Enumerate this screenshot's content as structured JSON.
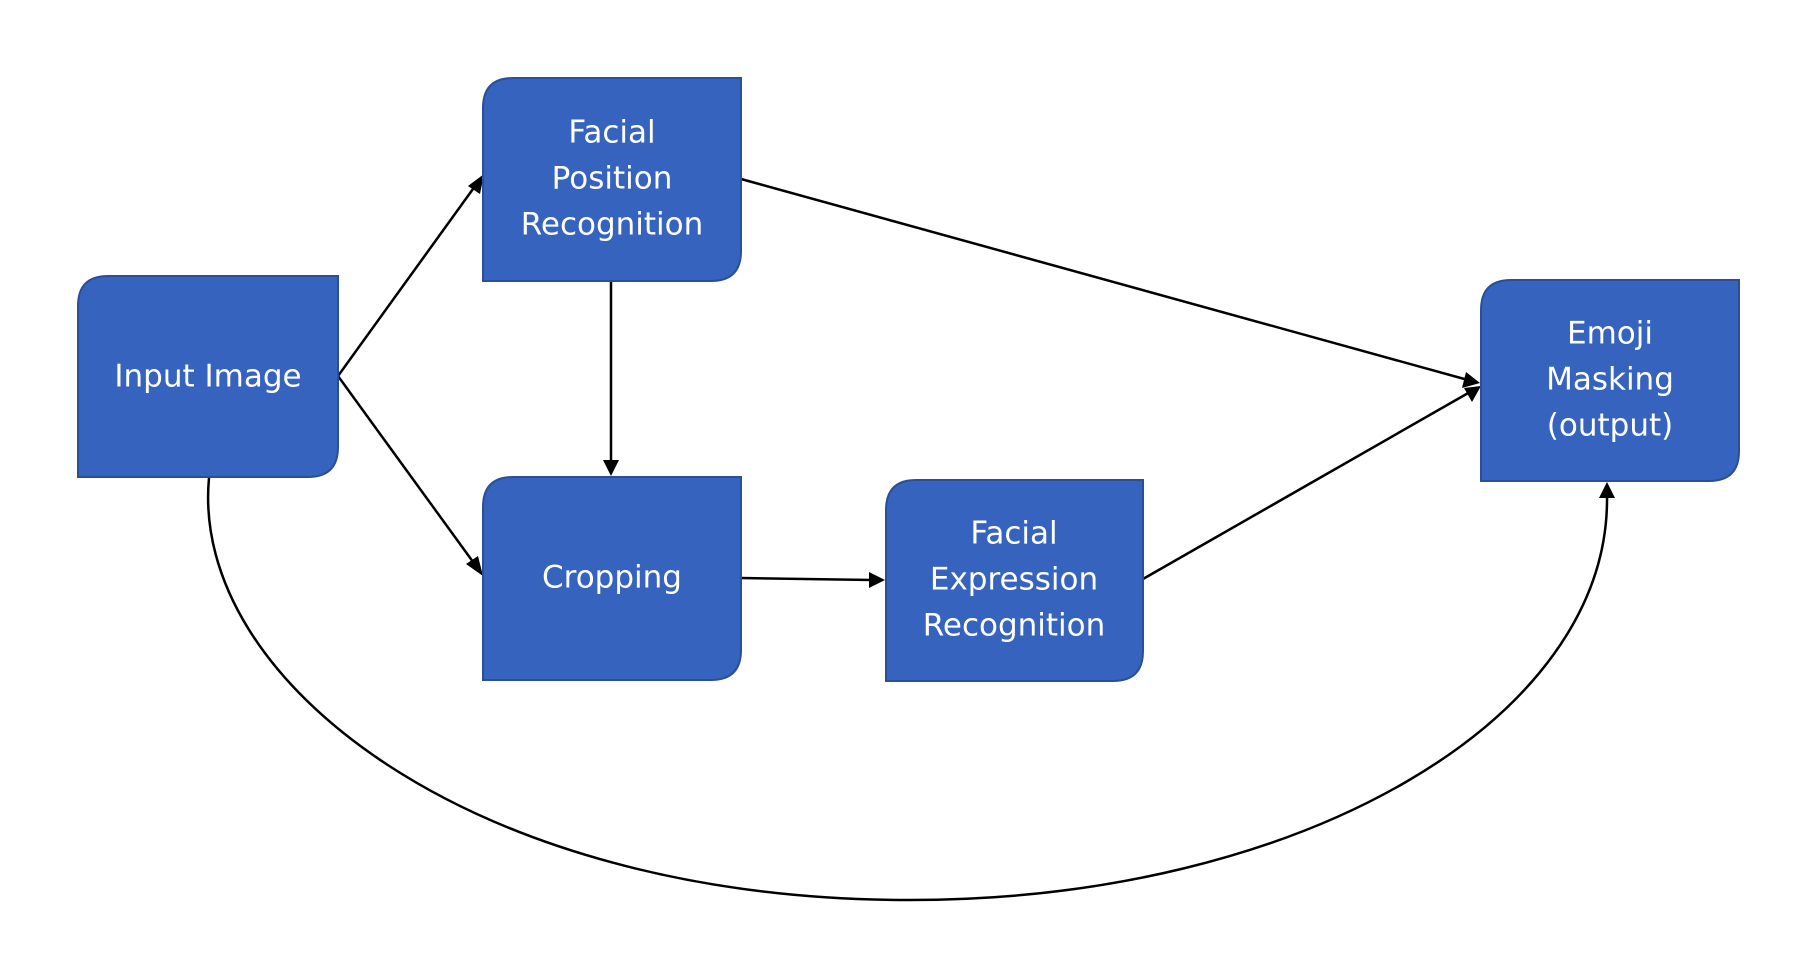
{
  "nodes": {
    "input": {
      "lines": [
        "Input Image"
      ]
    },
    "facial_position": {
      "lines": [
        "Facial",
        "Position",
        "Recognition"
      ]
    },
    "cropping": {
      "lines": [
        "Cropping"
      ]
    },
    "facial_expression": {
      "lines": [
        "Facial",
        "Expression",
        "Recognition"
      ]
    },
    "emoji_masking": {
      "lines": [
        "Emoji",
        "Masking",
        "(output)"
      ]
    }
  },
  "edges": [
    {
      "from": "input",
      "to": "facial_position"
    },
    {
      "from": "input",
      "to": "cropping"
    },
    {
      "from": "facial_position",
      "to": "cropping"
    },
    {
      "from": "facial_position",
      "to": "emoji_masking"
    },
    {
      "from": "cropping",
      "to": "facial_expression"
    },
    {
      "from": "facial_expression",
      "to": "emoji_masking"
    },
    {
      "from": "input",
      "to": "emoji_masking"
    }
  ],
  "colors": {
    "node_fill": "#3563be",
    "node_text": "#ffffff",
    "edge": "#000000"
  }
}
